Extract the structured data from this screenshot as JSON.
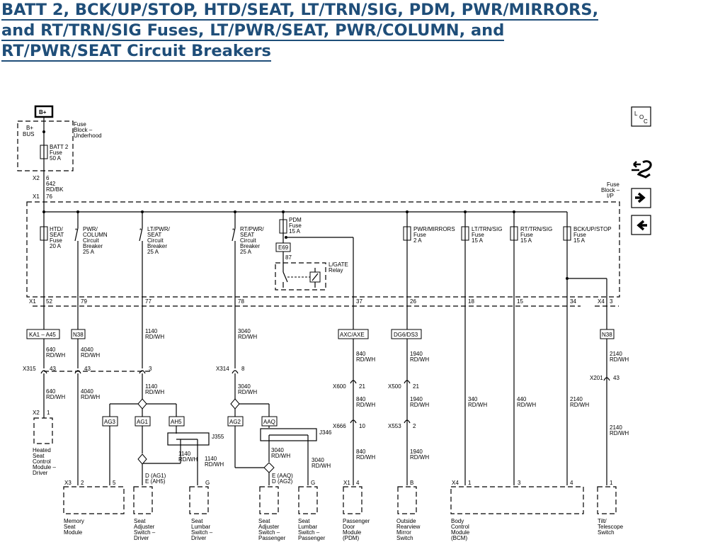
{
  "title": {
    "line1": "BATT 2, BCK/UP/STOP, HTD/SEAT, LT/TRN/SIG, PDM, PWR/MIRRORS,",
    "line2": "and RT/TRN/SIG Fuses, LT/PWR/SEAT, PWR/COLUMN, and",
    "line3": "RT/PWR/SEAT Circuit Breakers"
  },
  "colors": {
    "title": "#1f4e79",
    "line": "#000000"
  },
  "nav": {
    "loc_icon": "location-icon",
    "loc_l": "L",
    "loc_o": "O",
    "loc_c": "C",
    "connector_icon": "connector-views-icon",
    "next_icon": "arrow-right-icon",
    "prev_icon": "arrow-left-icon"
  },
  "power": {
    "source": "B+",
    "bus": [
      "B+",
      "BUS"
    ],
    "underhood_block": [
      "Fuse",
      "Block –",
      "Underhood"
    ],
    "batt2_fuse": [
      "BATT 2",
      "Fuse",
      "50 A"
    ],
    "x2": "X2",
    "x2_pin": "6",
    "wire": [
      "642",
      "RD/BK"
    ],
    "x1": "X1",
    "x1_pin": "76",
    "ip_block": [
      "Fuse",
      "Block –",
      "I/P"
    ]
  },
  "devices": {
    "htd": [
      "HTD/",
      "SEAT",
      "Fuse",
      "20 A"
    ],
    "pwrcol": [
      "PWR/",
      "COLUMN",
      "Circuit",
      "Breaker",
      "25 A"
    ],
    "ltpwr": [
      "LT/PWR/",
      "SEAT",
      "Circuit",
      "Breaker",
      "25 A"
    ],
    "rtpwr": [
      "RT/PWR/",
      "SEAT",
      "Circuit",
      "Breaker",
      "25 A"
    ],
    "pdm": [
      "PDM",
      "Fuse",
      "15 A"
    ],
    "e69": "E69",
    "pin87": "87",
    "relay": [
      "L/GATE",
      "Relay"
    ],
    "mirrors": [
      "PWR/MIRRORS",
      "Fuse",
      "2 A"
    ],
    "lttrn": [
      "LT/TRN/SIG",
      "Fuse",
      "15 A"
    ],
    "rttrn": [
      "RT/TRN/SIG",
      "Fuse",
      "15 A"
    ],
    "bckup": [
      "BCK/UP/STOP",
      "Fuse",
      "15 A"
    ]
  },
  "pins": {
    "x1": "X1",
    "p52": "52",
    "p79": "79",
    "p77": "77",
    "p78": "78",
    "p37": "37",
    "p26": "26",
    "p18": "18",
    "p15": "15",
    "p34": "34",
    "x4": "X4",
    "p3": "3"
  },
  "options": {
    "ka1": "KA1 – A45",
    "n38a": "N38",
    "axc": "AXC/AXE",
    "dg6": "DG6/DS3",
    "n38b": "N38",
    "ag3": "AG3",
    "ag1": "AG1",
    "ah5": "AH5",
    "ag2": "AG2",
    "aaq": "AAQ"
  },
  "wires": {
    "w640": [
      "640",
      "RD/WH"
    ],
    "w4040": [
      "4040",
      "RD/WH"
    ],
    "w1140": [
      "1140",
      "RD/WH"
    ],
    "w3040": [
      "3040",
      "RD/WH"
    ],
    "w840": [
      "840",
      "RD/WH"
    ],
    "w1940": [
      "1940",
      "RD/WH"
    ],
    "w2140": [
      "2140",
      "RD/WH"
    ],
    "w340": [
      "340",
      "RD/WH"
    ],
    "w440": [
      "440",
      "RD/WH"
    ]
  },
  "inline": {
    "x315": "X315",
    "p43": "43",
    "p3": "3",
    "x314": "X314",
    "p8": "8",
    "x600": "X600",
    "p21": "21",
    "x666": "X666",
    "p10": "10",
    "x500": "X500",
    "x553": "X553",
    "p2": "2",
    "x201": "X201",
    "j355": "J355",
    "j346": "J346"
  },
  "splices": {
    "d_ag1": [
      "D (AG1)",
      "E (AH5)"
    ],
    "e_aaq": [
      "E (AAQ)",
      "D (AG2)"
    ]
  },
  "loads": {
    "x2": "X2",
    "x2_pin": "1",
    "heated": [
      "Heated",
      "Seat",
      "Control",
      "Module –",
      "Driver"
    ],
    "x3": "X3",
    "x3_p2": "2",
    "x3_p5": "5",
    "memory": [
      "Memory",
      "Seat",
      "Module"
    ],
    "pin_g": "G",
    "adj_driver": [
      "Seat",
      "Adjuster",
      "Switch –",
      "Driver"
    ],
    "lumbar_driver": [
      "Seat",
      "Lumbar",
      "Switch –",
      "Driver"
    ],
    "adj_pass": [
      "Seat",
      "Adjuster",
      "Switch –",
      "Passenger"
    ],
    "lumbar_pass": [
      "Seat",
      "Lumbar",
      "Switch –",
      "Passenger"
    ],
    "x1": "X1",
    "x1_pin": "4",
    "pdm_mod": [
      "Passenger",
      "Door",
      "Module",
      "(PDM)"
    ],
    "pin_b": "B",
    "mirror": [
      "Outside",
      "Rearview",
      "Mirror",
      "Switch"
    ],
    "x4": "X4",
    "x4_p1": "1",
    "x4_p3": "3",
    "x4_p4": "4",
    "bcm": [
      "Body",
      "Control",
      "Module",
      "(BCM)"
    ],
    "tilt_pin": "1",
    "tilt": [
      "Tilt/",
      "Telescope",
      "Switch"
    ]
  }
}
